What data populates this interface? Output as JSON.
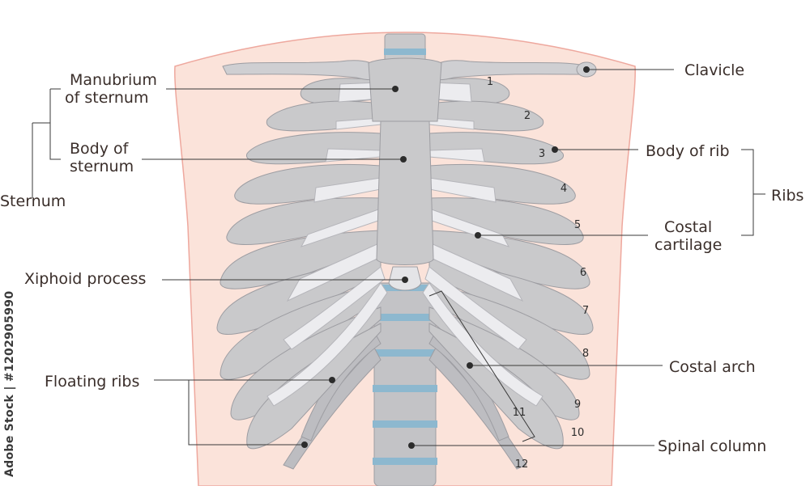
{
  "labels": {
    "clavicle": "Clavicle",
    "manubrium_line1": "Manubrium",
    "manubrium_line2": "of sternum",
    "body_sternum_line1": "Body of",
    "body_sternum_line2": "sternum",
    "sternum": "Sternum",
    "body_of_rib": "Body of rib",
    "ribs": "Ribs",
    "costal_line1": "Costal",
    "costal_line2": "cartilage",
    "xiphoid": "Xiphoid process",
    "floating_ribs": "Floating ribs",
    "costal_arch": "Costal arch",
    "spinal_column": "Spinal column"
  },
  "rib_numbers": [
    "1",
    "2",
    "3",
    "4",
    "5",
    "6",
    "7",
    "8",
    "9",
    "10",
    "11",
    "12"
  ],
  "watermark": "Adobe Stock | #1202905990",
  "colors": {
    "skin": "#fbe3da",
    "skin_outline": "#eea89e",
    "bone": "#c9c9cb",
    "bone_dark": "#9d9da2",
    "cartilage": "#ececef",
    "disc": "#8db8cf",
    "line": "#3a3a3a"
  }
}
